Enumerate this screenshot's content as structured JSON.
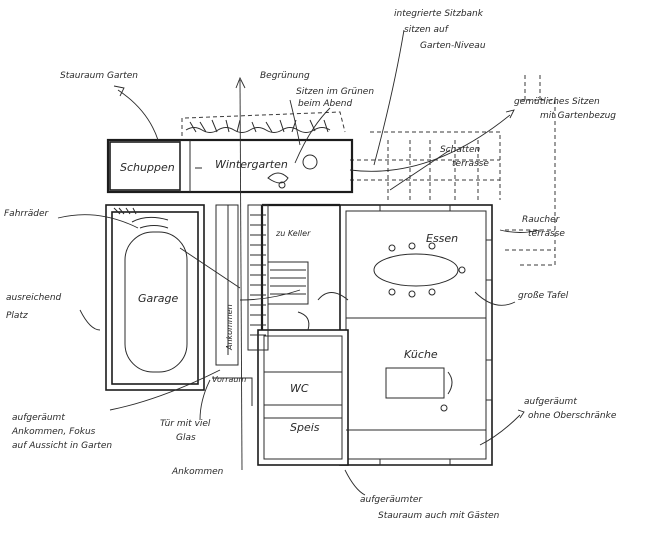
{
  "rooms": {
    "schuppen": "Schuppen",
    "wintergarten": "Wintergarten",
    "garage": "Garage",
    "essen": "Essen",
    "kueche": "Küche",
    "wc": "WC",
    "speis": "Speis",
    "keller": "zu Keller",
    "vorraum": "Vorraum"
  },
  "notes": {
    "stauraum_garten": "Stauraum Garten",
    "begruenung": "Begrünung",
    "sitzen_gruenen_1": "Sitzen im Grünen",
    "sitzen_gruenen_2": "beim Abend",
    "sitzbank_1": "integrierte Sitzbank",
    "sitzbank_2": "sitzen auf",
    "sitzbank_3": "Garten-Niveau",
    "gemuetlich_1": "gemütliches Sitzen",
    "gemuetlich_2": "mit Gartenbezug",
    "schatten_1": "Schatten",
    "schatten_2": "terrasse",
    "fahrraeder": "Fahrräder",
    "ausreichend_1": "ausreichend",
    "ausreichend_2": "Platz",
    "tafel": "große Tafel",
    "raecher_1": "Raucher",
    "raecher_2": "terrasse",
    "aufgeraeumt_1": "aufgeräumt",
    "aufgeraeumt_2": "ohne Oberschränke",
    "ankommen_1": "aufgeräumt",
    "ankommen_2": "Ankommen, Fokus",
    "ankommen_3": "auf Aussicht in Garten",
    "tuer_1": "Tür mit viel",
    "tuer_2": "Glas",
    "ankommen": "Ankommen",
    "ankommen_vert": "Ankommen",
    "stauraum_1": "aufgeräumter",
    "stauraum_2": "Stauraum auch mit Gästen"
  }
}
